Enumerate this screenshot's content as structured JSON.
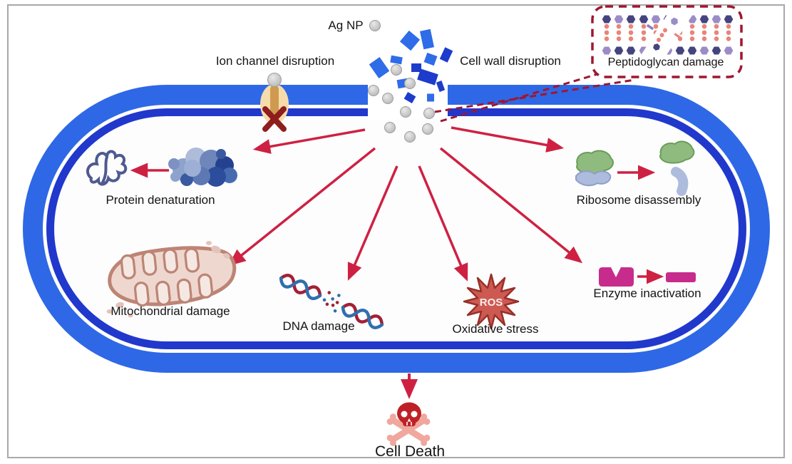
{
  "labels": {
    "ag_np": "Ag NP",
    "ion_channel": "Ion channel disruption",
    "cell_wall": "Cell wall disruption",
    "peptidoglycan": "Peptidoglycan damage",
    "protein": "Protein denaturation",
    "ribosome": "Ribosome disassembly",
    "mitochondrial": "Mitochondrial damage",
    "dna": "DNA damage",
    "oxidative": "Oxidative stress",
    "ros": "ROS",
    "enzyme": "Enzyme inactivation",
    "cell_death": "Cell Death"
  },
  "icons": {
    "nanoparticle-icon": "gray sphere",
    "ion-channel-icon": "tan membrane channel blocked by nanoparticle",
    "blocked-x-icon": "dark red X",
    "cell-wall-fragments-icon": "scattered blue rectangles",
    "peptidoglycan-lattice-icon": "hexagon-and-bead lattice with diagonal crack",
    "protein-unfolded-icon": "blue squiggle",
    "protein-folded-icon": "blue globular blob",
    "ribosome-assembled-icon": "green large + blue small subunit",
    "ribosome-disassembled-icon": "separated subunits",
    "mitochondrion-icon": "pink damaged mitochondrion",
    "dna-helix-icon": "broken red/blue double helix",
    "ros-starburst-icon": "red 12-point burst",
    "enzyme-active-icon": "magenta notched block",
    "enzyme-inactive-icon": "magenta flat block",
    "skull-crossbones-icon": "red skull with pink crossbones"
  },
  "colors": {
    "cell_wall_blue": "#2e68e6",
    "membrane_blue": "#2138cc",
    "arrow_red": "#ce2142",
    "dark_red": "#9e1730",
    "x_red": "#8f1d1d",
    "nanoparticle_gray": "#c6c6c6",
    "channel_tan": "#f6dcab",
    "channel_stripe": "#cf9a4f",
    "ros_fill": "#cd5a52",
    "enzyme_magenta": "#c72c8c",
    "skull_red": "#bf2026",
    "bones_pink": "#f0a79d",
    "ribosome_green": "#8fbb7e",
    "ribosome_blue": "#adbcdc",
    "mito_outline": "#bd8475",
    "mito_fill": "#eed7ce",
    "dna_red": "#a32036",
    "dna_blue": "#2f6fad",
    "hex_navy": "#44447f",
    "hex_purple": "#9b8cc8",
    "bead_salmon": "#e8847a"
  }
}
